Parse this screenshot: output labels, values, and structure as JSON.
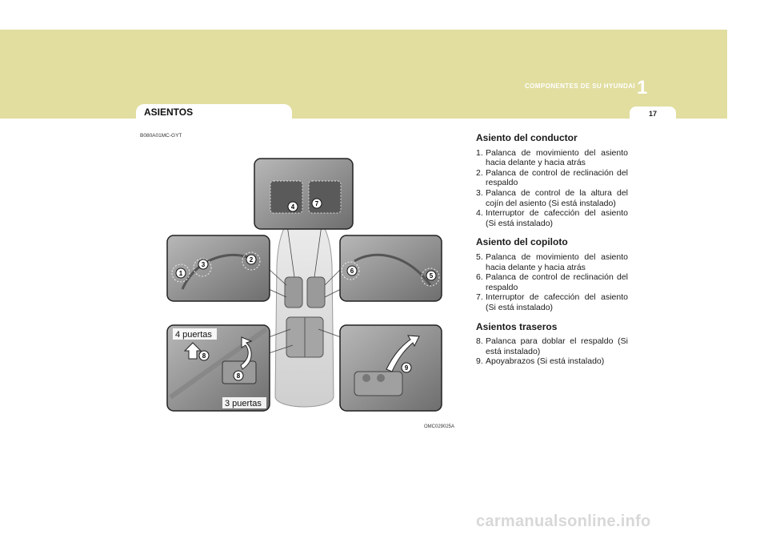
{
  "header": {
    "chapter_title": "COMPONENTES DE SU HYUNDAI",
    "chapter_number": "1",
    "page_number": "17",
    "section_title": "ASIENTOS"
  },
  "doc_code": "B080A01MC-GYT",
  "figure": {
    "code": "OMC029025A",
    "label_4_doors": "4 puertas",
    "label_3_doors": "3 puertas",
    "markers": [
      "1",
      "2",
      "3",
      "4",
      "5",
      "6",
      "7",
      "8",
      "9"
    ]
  },
  "driver": {
    "heading": "Asiento del conductor",
    "items": [
      {
        "n": "1.",
        "text": "Palanca de movimiento del asiento hacia delante y hacia atrás"
      },
      {
        "n": "2.",
        "text": "Palanca de control de reclinación del respaldo"
      },
      {
        "n": "3.",
        "text": "Palanca de control de la altura del cojín del asiento (Si está instalado)"
      },
      {
        "n": "4.",
        "text": "Interruptor de cafección del asiento (Si está instalado)"
      }
    ]
  },
  "passenger": {
    "heading": "Asiento del copiloto",
    "items": [
      {
        "n": "5.",
        "text": "Palanca de movimiento del asiento hacia delante y hacia atrás"
      },
      {
        "n": "6.",
        "text": "Palanca de control de reclinación del respaldo"
      },
      {
        "n": "7.",
        "text": "Interruptor de cafección del asiento (Si está instalado)"
      }
    ]
  },
  "rear": {
    "heading": "Asientos traseros",
    "items": [
      {
        "n": "8.",
        "text": "Palanca para doblar el respaldo (Si está instalado)"
      },
      {
        "n": "9.",
        "text": "Apoyabrazos (Si está instalado)"
      }
    ]
  },
  "watermark": "carmanualsonline.info"
}
